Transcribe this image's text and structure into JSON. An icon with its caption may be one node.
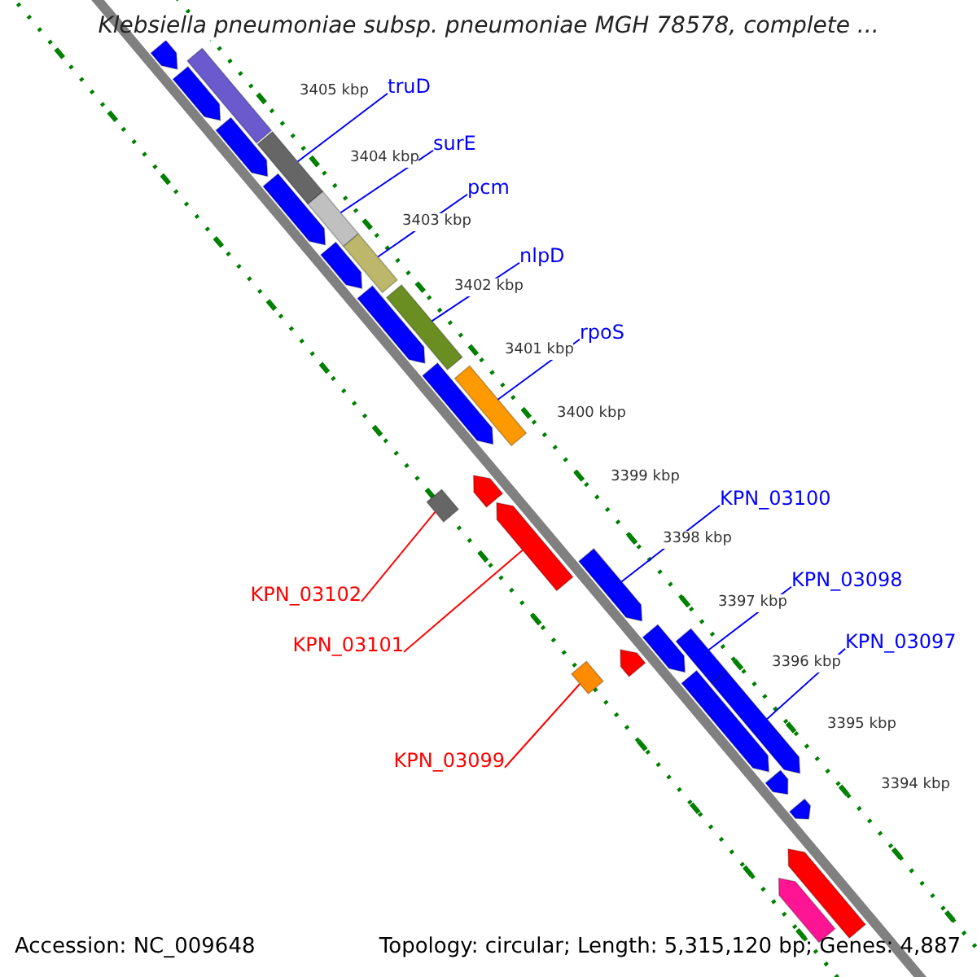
{
  "diagram": {
    "title": "Klebsiella pneumoniae subsp. pneumoniae MGH 78578, complete ...",
    "nodes": [
      {
        "text": [
          "truD"
        ]
      },
      {
        "text": [],
        "shape": "bar"
      },
      {
        "text": [
          "surE"
        ]
      },
      {
        "text": [],
        "shape": "bar"
      },
      {
        "text": [
          "pcm"
        ]
      },
      {
        "text": [],
        "shape": "bar"
      },
      {
        "text": [
          "nlpD"
        ]
      },
      {
        "text": [],
        "shape": "bar"
      },
      {
        "text": [
          "rpoS"
        ]
      },
      {
        "text": [],
        "shape": "bar"
      },
      {
        "text": [
          "KPN_03100"
        ]
      },
      {
        "text": [],
        "shape": "bar"
      },
      {
        "text": [
          "KPN_03102"
        ]
      },
      {
        "text": [],
        "shape": "bar"
      },
      {
        "text": [
          "KPN_03101"
        ]
      },
      {
        "text": [],
        "shape": "bar"
      },
      {
        "text": [
          "KPN_03098"
        ]
      },
      {
        "text": [],
        "shape": "bar"
      },
      {
        "text": [
          "KPN_03097"
        ]
      },
      {
        "text": [],
        "shape": "bar"
      },
      {
        "text": [
          "KPN_03099"
        ]
      },
      {
        "text": [],
        "shape": "bar"
      },
      {
        "text": [],
        "shape": "bar"
      },
      {
        "text": [],
        "shape": "bar"
      },
      {
        "text": [],
        "shape": "bar"
      },
      {
        "text": [],
        "shape": "bar"
      },
      {
        "text": [],
        "shape": "bar"
      },
      {
        "text": [],
        "shape": "bar"
      },
      {
        "text": [],
        "shape": "bar"
      },
      {
        "text": [],
        "shape": "bar"
      },
      {
        "text": [],
        "shape": "bar"
      },
      {
        "text": [],
        "shape": "bar"
      },
      {
        "text": [],
        "shape": "bar"
      },
      {
        "text": [],
        "shape": "bar"
      },
      {
        "text": [],
        "shape": "bar"
      },
      {
        "text": [],
        "shape": "bar"
      },
      {
        "text": [],
        "shape": "bar"
      },
      {
        "text": [],
        "shape": "bar"
      }
    ],
    "edges": [
      {
        "from": 0,
        "to": 1,
        "arrow": "none"
      },
      {
        "from": 2,
        "to": 3,
        "arrow": "none"
      },
      {
        "from": 4,
        "to": 5,
        "arrow": "none"
      },
      {
        "from": 6,
        "to": 7,
        "arrow": "none"
      },
      {
        "from": 8,
        "to": 9,
        "arrow": "none"
      },
      {
        "from": 10,
        "to": 11,
        "arrow": "none"
      },
      {
        "from": 12,
        "to": 13,
        "arrow": "none",
        "color": "#ff0000"
      },
      {
        "from": 14,
        "to": 15,
        "arrow": "none",
        "color": "#ff0000"
      },
      {
        "from": 16,
        "to": 17,
        "arrow": "none"
      },
      {
        "from": 18,
        "to": 19,
        "arrow": "none"
      },
      {
        "from": 20,
        "to": 21,
        "arrow": "none",
        "color": "#ff0000"
      }
    ],
    "labels": [
      "3405 kbp",
      "3404 kbp",
      "3403 kbp",
      "3402 kbp",
      "3401 kbp",
      "3400 kbp",
      "3399 kbp",
      "3398 kbp",
      "3397 kbp",
      "3396 kbp",
      "3395 kbp",
      "3394 kbp",
      "Accession: NC_009648",
      "Topology: circular; Length: 5,315,120 bp; Genes: 4,887"
    ]
  }
}
